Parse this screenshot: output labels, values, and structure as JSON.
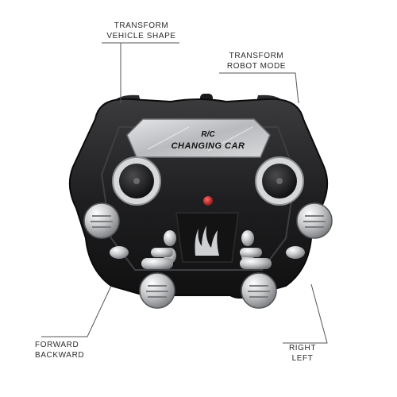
{
  "callouts": {
    "transform_vehicle": {
      "line1": "TRANSFORM",
      "line2": "VEHICLE SHAPE"
    },
    "transform_robot": {
      "line1": "TRANSFORM",
      "line2": "ROBOT MODE"
    },
    "forward_backward": {
      "line1": "FORWARD",
      "line2": "BACKWARD"
    },
    "right_left": {
      "line1": "RIGHT",
      "line2": "LEFT"
    }
  },
  "controller": {
    "label_line1": "R/C",
    "label_line2": "CHANGING CAR"
  },
  "colors": {
    "body": "#1c1c1e",
    "body_highlight": "#3a3a3d",
    "label_plate": "#c9cacc",
    "chrome": "#d2d4d6",
    "led": "#c41a1a",
    "leader_line": "#555555"
  }
}
